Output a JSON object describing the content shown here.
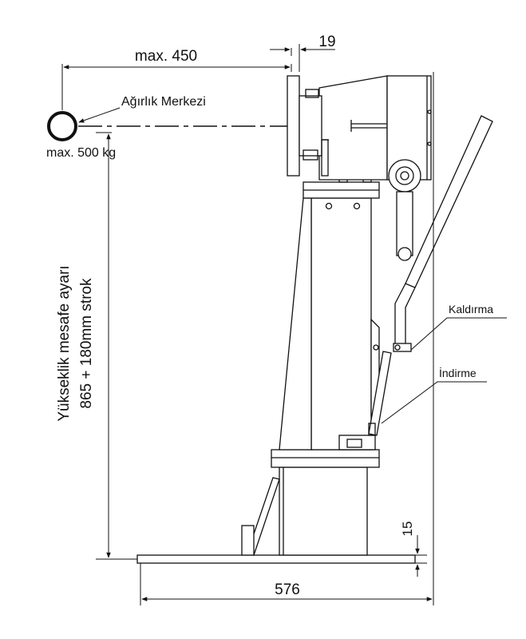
{
  "dimensions": {
    "reach": "max. 450",
    "flange": "19",
    "base_width": "576",
    "base_clearance": "15"
  },
  "labels": {
    "center_of_gravity": "Ağırlık Merkezi",
    "max_load": "max. 500 kg",
    "height_adjust_line1": "Yükseklik mesafe ayarı",
    "height_adjust_line2": "865 + 180mm strok",
    "raise": "Kaldırma",
    "lower": "İndirme"
  },
  "colors": {
    "line": "#111111",
    "fill_light": "#ffffff",
    "hatch": "#888888"
  }
}
